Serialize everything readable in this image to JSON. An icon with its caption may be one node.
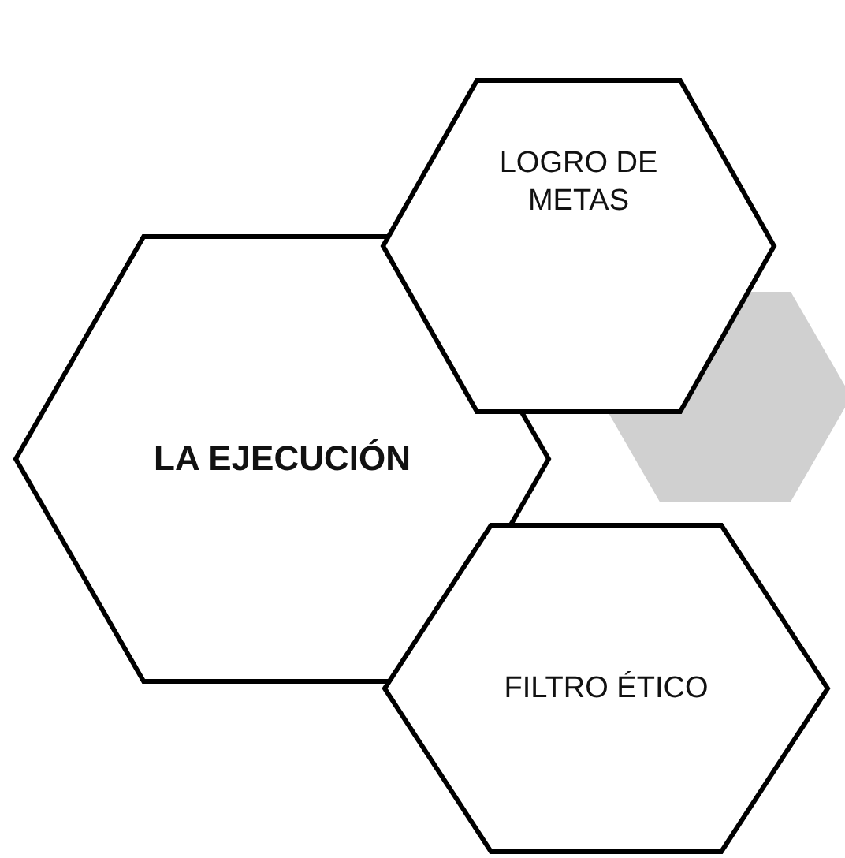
{
  "diagram": {
    "nodes": [
      {
        "text": [
          "LA EJECUCIÓN"
        ]
      },
      {
        "text": [],
        "shape": "hexagon"
      },
      {
        "text": [
          "LOGRO DE METAS"
        ]
      },
      {
        "text": [
          "FILTRO ÉTICO"
        ]
      }
    ]
  }
}
